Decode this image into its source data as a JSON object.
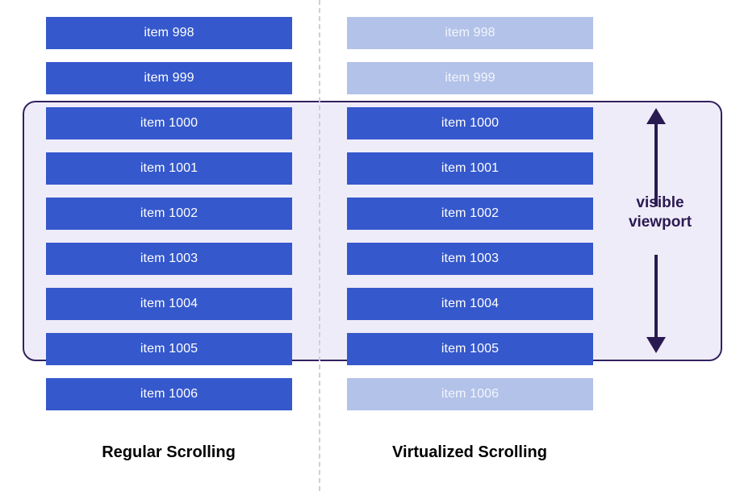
{
  "diagram": {
    "colors": {
      "bar_active": "#3558cc",
      "bar_faded": "#b3c2e9",
      "viewport_fill": "#efecf9",
      "viewport_border": "#332160",
      "arrow": "#2a1a52",
      "divider": "#cfcfcf",
      "caption": "#000000"
    },
    "columns": [
      {
        "id": "regular",
        "caption": "Regular Scrolling",
        "items": [
          {
            "label": "item 998",
            "rendered": true,
            "in_viewport": false
          },
          {
            "label": "item 999",
            "rendered": true,
            "in_viewport": false
          },
          {
            "label": "item 1000",
            "rendered": true,
            "in_viewport": true
          },
          {
            "label": "item 1001",
            "rendered": true,
            "in_viewport": true
          },
          {
            "label": "item 1002",
            "rendered": true,
            "in_viewport": true
          },
          {
            "label": "item 1003",
            "rendered": true,
            "in_viewport": true
          },
          {
            "label": "item 1004",
            "rendered": true,
            "in_viewport": true
          },
          {
            "label": "item 1005",
            "rendered": true,
            "in_viewport": true
          },
          {
            "label": "item 1006",
            "rendered": true,
            "in_viewport": false
          }
        ]
      },
      {
        "id": "virtualized",
        "caption": "Virtualized Scrolling",
        "items": [
          {
            "label": "item 998",
            "rendered": false,
            "in_viewport": false
          },
          {
            "label": "item 999",
            "rendered": false,
            "in_viewport": false
          },
          {
            "label": "item 1000",
            "rendered": true,
            "in_viewport": true
          },
          {
            "label": "item 1001",
            "rendered": true,
            "in_viewport": true
          },
          {
            "label": "item 1002",
            "rendered": true,
            "in_viewport": true
          },
          {
            "label": "item 1003",
            "rendered": true,
            "in_viewport": true
          },
          {
            "label": "item 1004",
            "rendered": true,
            "in_viewport": true
          },
          {
            "label": "item 1005",
            "rendered": true,
            "in_viewport": true
          },
          {
            "label": "item 1006",
            "rendered": false,
            "in_viewport": false
          }
        ]
      }
    ],
    "viewport_annotation": {
      "line1": "visible",
      "line2": "viewport"
    }
  }
}
